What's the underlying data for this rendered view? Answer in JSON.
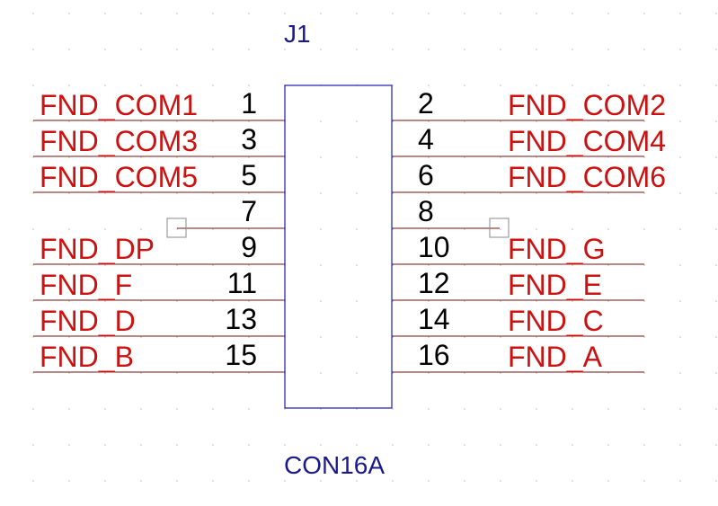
{
  "component": {
    "designator": "J1",
    "part_name": "CON16A"
  },
  "colors": {
    "net_label": "#cc1111",
    "wire": "#7a0f0f",
    "body": "#1b1bb0",
    "designator": "#1a1a8c",
    "pin_number": "#000000",
    "grid_dot": "#c8c8c8",
    "no_connect_box": "#888888"
  },
  "pins": {
    "left": [
      {
        "number": "1",
        "net": "FND_COM1"
      },
      {
        "number": "3",
        "net": "FND_COM3"
      },
      {
        "number": "5",
        "net": "FND_COM5"
      },
      {
        "number": "7",
        "net": ""
      },
      {
        "number": "9",
        "net": "FND_DP"
      },
      {
        "number": "11",
        "net": "FND_F"
      },
      {
        "number": "13",
        "net": "FND_D"
      },
      {
        "number": "15",
        "net": "FND_B"
      }
    ],
    "right": [
      {
        "number": "2",
        "net": "FND_COM2"
      },
      {
        "number": "4",
        "net": "FND_COM4"
      },
      {
        "number": "6",
        "net": "FND_COM6"
      },
      {
        "number": "8",
        "net": ""
      },
      {
        "number": "10",
        "net": "FND_G"
      },
      {
        "number": "12",
        "net": "FND_E"
      },
      {
        "number": "14",
        "net": "FND_C"
      },
      {
        "number": "16",
        "net": "FND_A"
      }
    ]
  }
}
